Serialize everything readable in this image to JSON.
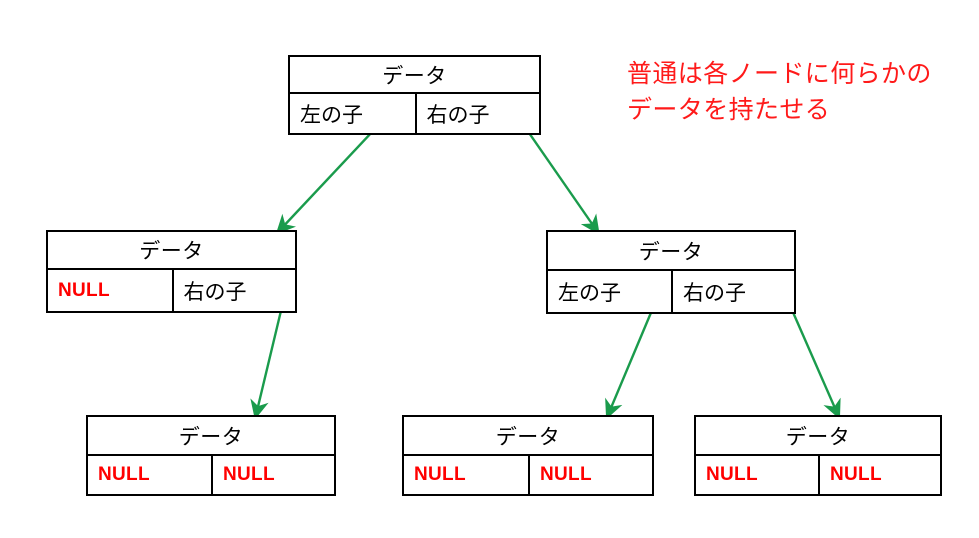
{
  "diagram": {
    "title_text": "",
    "colors": {
      "node_border": "#000000",
      "node_text": "#000000",
      "null_text": "#ff0000",
      "arrow": "#1a9b4c",
      "annotation": "#ff1a1a",
      "background": "#ffffff"
    },
    "labels": {
      "data": "データ",
      "left_child": "左の子",
      "right_child": "右の子",
      "null": "NULL"
    },
    "annotation": {
      "line1": "普通は各ノードに何らかの",
      "line2": "データを持たせる",
      "text": "普通は各ノードに何らかの\nデータを持たせる"
    },
    "nodes": [
      {
        "id": "root",
        "header": "データ",
        "left": "左の子",
        "right": "右の子",
        "left_is_null": false,
        "right_is_null": false
      },
      {
        "id": "level2-left",
        "header": "データ",
        "left": "NULL",
        "right": "右の子",
        "left_is_null": true,
        "right_is_null": false
      },
      {
        "id": "level2-right",
        "header": "データ",
        "left": "左の子",
        "right": "右の子",
        "left_is_null": false,
        "right_is_null": false
      },
      {
        "id": "leaf-1",
        "header": "データ",
        "left": "NULL",
        "right": "NULL",
        "left_is_null": true,
        "right_is_null": true
      },
      {
        "id": "leaf-2",
        "header": "データ",
        "left": "NULL",
        "right": "NULL",
        "left_is_null": true,
        "right_is_null": true
      },
      {
        "id": "leaf-3",
        "header": "データ",
        "left": "NULL",
        "right": "NULL",
        "left_is_null": true,
        "right_is_null": true
      }
    ],
    "edges": [
      {
        "id": "root-left-to-level2-left",
        "from": "root.left",
        "to": "level2-left"
      },
      {
        "id": "root-right-to-level2-right",
        "from": "root.right",
        "to": "level2-right"
      },
      {
        "id": "level2-left-right-to-leaf-1",
        "from": "level2-left.right",
        "to": "leaf-1"
      },
      {
        "id": "level2-right-left-to-leaf-2",
        "from": "level2-right.left",
        "to": "leaf-2"
      },
      {
        "id": "level2-right-right-to-leaf-3",
        "from": "level2-right.right",
        "to": "leaf-3"
      }
    ]
  }
}
